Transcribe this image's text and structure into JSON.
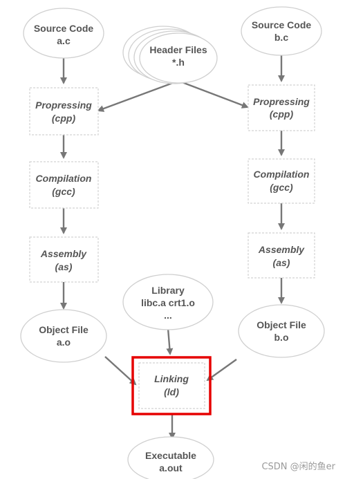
{
  "nodes": {
    "source_a": {
      "line1": "Source Code",
      "line2": "a.c"
    },
    "source_b": {
      "line1": "Source Code",
      "line2": "b.c"
    },
    "header": {
      "line1": "Header Files",
      "line2": "*.h"
    },
    "cpp_a": {
      "line1": "Propressing",
      "line2": "(cpp)"
    },
    "cpp_b": {
      "line1": "Propressing",
      "line2": "(cpp)"
    },
    "gcc_a": {
      "line1": "Compilation",
      "line2": "(gcc)"
    },
    "gcc_b": {
      "line1": "Compilation",
      "line2": "(gcc)"
    },
    "as_a": {
      "line1": "Assembly",
      "line2": "(as)"
    },
    "as_b": {
      "line1": "Assembly",
      "line2": "(as)"
    },
    "obj_a": {
      "line1": "Object File",
      "line2": "a.o"
    },
    "obj_b": {
      "line1": "Object File",
      "line2": "b.o"
    },
    "library": {
      "line1": "Library",
      "line2": "libc.a crt1.o",
      "line3": "..."
    },
    "linking": {
      "line1": "Linking",
      "line2": "(ld)"
    },
    "executable": {
      "line1": "Executable",
      "line2": "a.out"
    }
  },
  "colors": {
    "highlight": "#e60000",
    "arrow": "#777777",
    "text": "#555555"
  },
  "watermark": "CSDN @闲的鱼er"
}
